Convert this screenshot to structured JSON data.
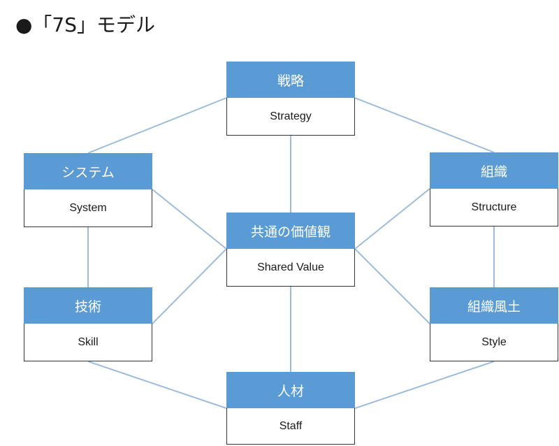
{
  "title": "●「7S」モデル",
  "nodes": {
    "strategy": {
      "head": "戦略",
      "body": "Strategy"
    },
    "system": {
      "head": "システム",
      "body": "System"
    },
    "structure": {
      "head": "組織",
      "body": "Structure"
    },
    "shared": {
      "head": "共通の価値観",
      "body": "Shared Value"
    },
    "skill": {
      "head": "技術",
      "body": "Skill"
    },
    "style": {
      "head": "組織風土",
      "body": "Style"
    },
    "staff": {
      "head": "人材",
      "body": "Staff"
    }
  },
  "colors": {
    "header_fill": "#5b9bd5",
    "connector": "#9dbcda",
    "box_border": "#333333"
  }
}
